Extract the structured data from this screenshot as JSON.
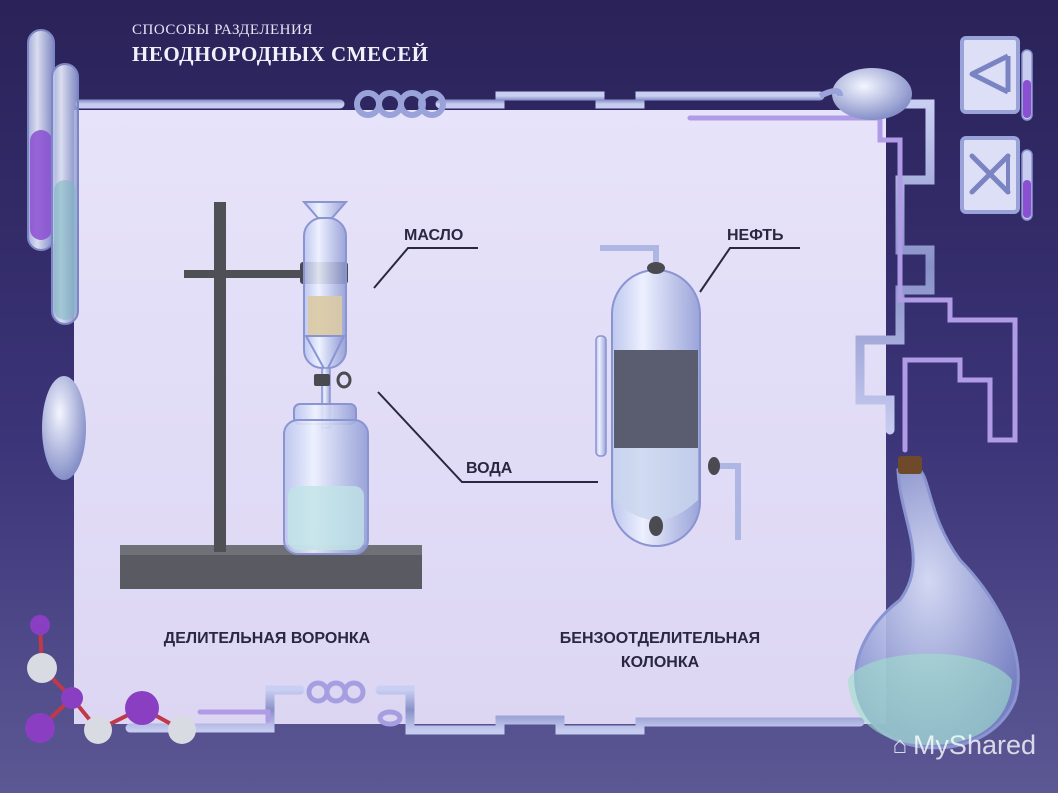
{
  "header": {
    "title_line1": "СПОСОБЫ РАЗДЕЛЕНИЯ",
    "title_line2": "НЕОДНОРОДНЫХ СМЕСЕЙ"
  },
  "labels": {
    "oil": "МАСЛО",
    "water": "ВОДА",
    "petroleum": "НЕФТЬ"
  },
  "captions": {
    "funnel": "ДЕЛИТЕЛЬНАЯ ВОРОНКА",
    "column_line1": "БЕНЗООТДЕЛИТЕЛЬНАЯ",
    "column_line2": "КОЛОНКА"
  },
  "nav": {
    "back_icon": "back-triangle-icon",
    "close_icon": "close-x-icon"
  },
  "watermark": {
    "text": "MyShared"
  },
  "colors": {
    "background": "#2a2258",
    "panel": "#e6e1f8",
    "pipe": "#9fa6d8",
    "oil": "#d9c9a3",
    "petroleum": "#5a5d70",
    "water": "#bfe3e6"
  }
}
